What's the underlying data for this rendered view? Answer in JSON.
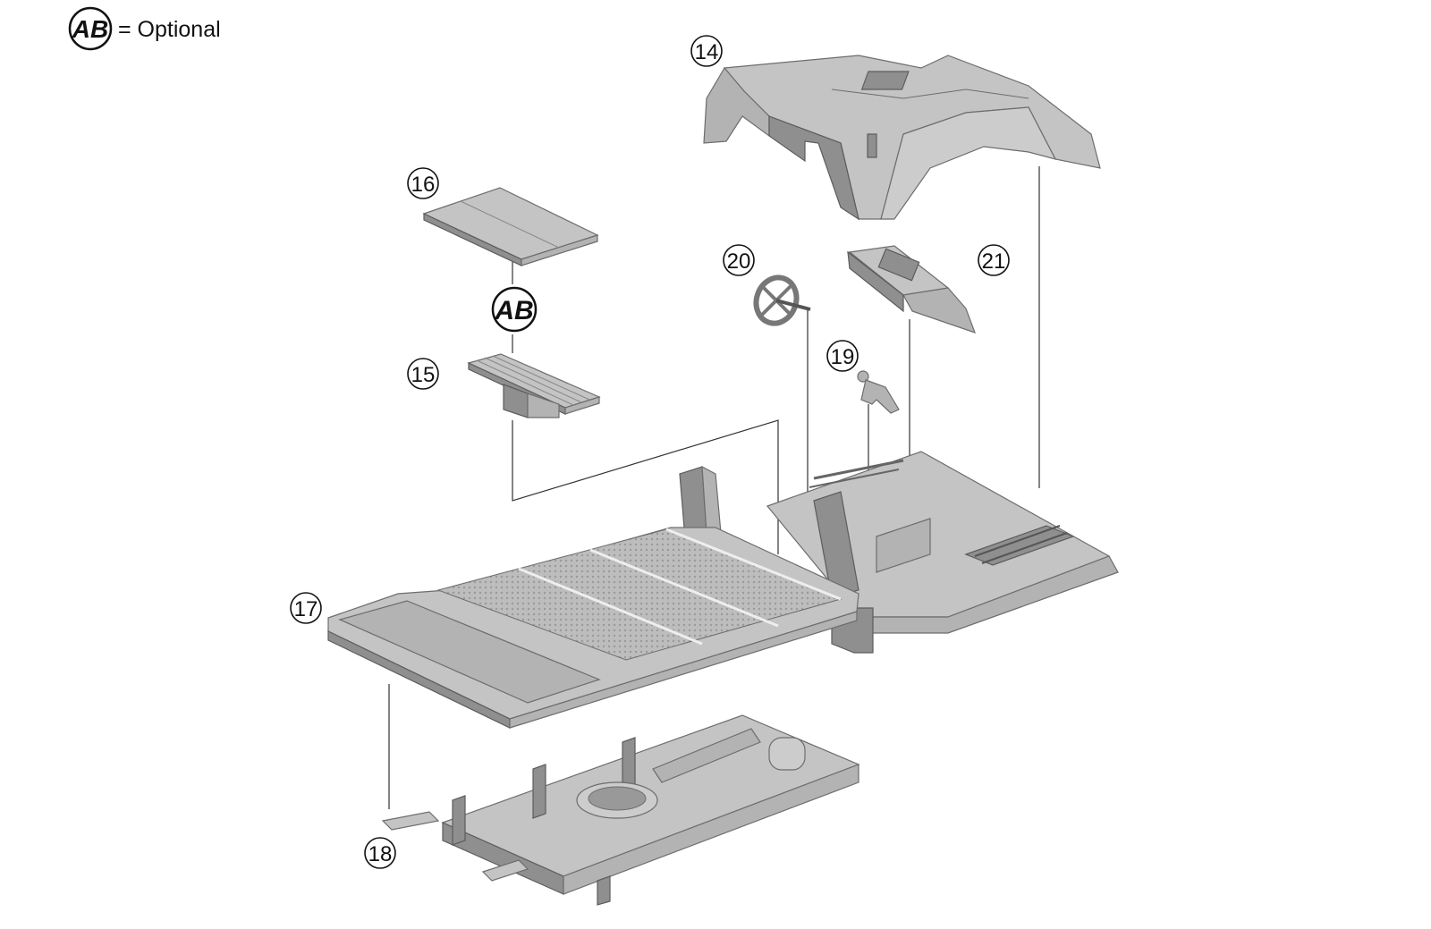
{
  "legend": {
    "symbol": "AB",
    "text": "= Optional"
  },
  "parts": [
    {
      "id": "p14",
      "number": "14"
    },
    {
      "id": "p15",
      "number": "15"
    },
    {
      "id": "p16",
      "number": "16"
    },
    {
      "id": "p17",
      "number": "17"
    },
    {
      "id": "p18",
      "number": "18"
    },
    {
      "id": "p19",
      "number": "19"
    },
    {
      "id": "p20",
      "number": "20"
    },
    {
      "id": "p21",
      "number": "21"
    }
  ],
  "optional_marker": {
    "symbol": "AB"
  },
  "colors": {
    "part_gray": "#b3b3b3",
    "outline": "#6d6d6d",
    "leader_line": "#333333"
  }
}
